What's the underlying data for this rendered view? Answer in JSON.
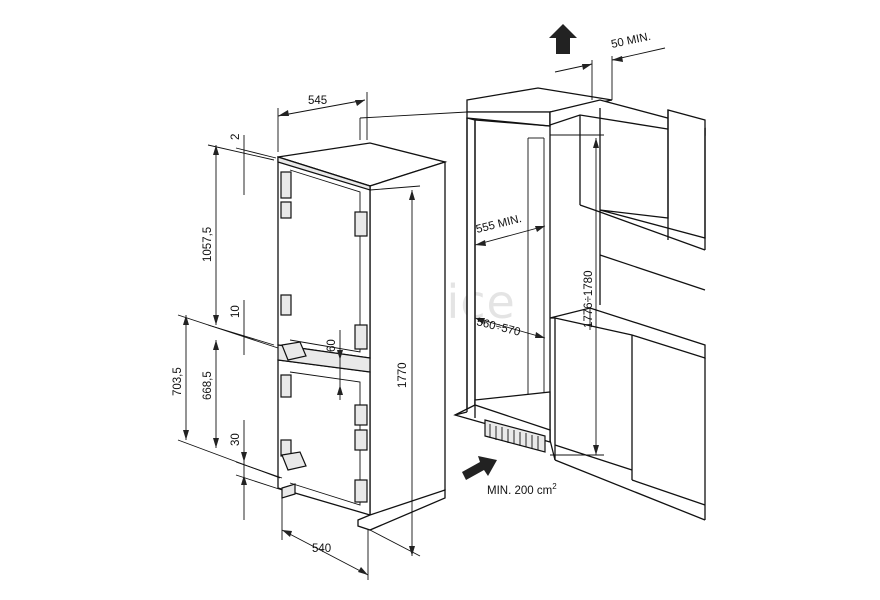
{
  "watermark": "topprice",
  "dimensions": {
    "width_top": "545",
    "gap_top": "2",
    "upper_height": "1057,5",
    "gap_mid": "10",
    "lower_height_outer": "703,5",
    "lower_height_inner": "668,5",
    "door_offset": "60",
    "gap_bottom": "30",
    "total_height": "1770",
    "width_bottom": "540",
    "niche_depth": "555 MIN.",
    "niche_width": "560÷570",
    "niche_height": "1776÷1780",
    "top_vent": "50 MIN.",
    "bottom_vent": "MIN. 200 cm",
    "bottom_vent_sup": "2"
  },
  "colors": {
    "line": "#111111",
    "arrow": "#222222",
    "watermark": "#cfcfcf"
  }
}
